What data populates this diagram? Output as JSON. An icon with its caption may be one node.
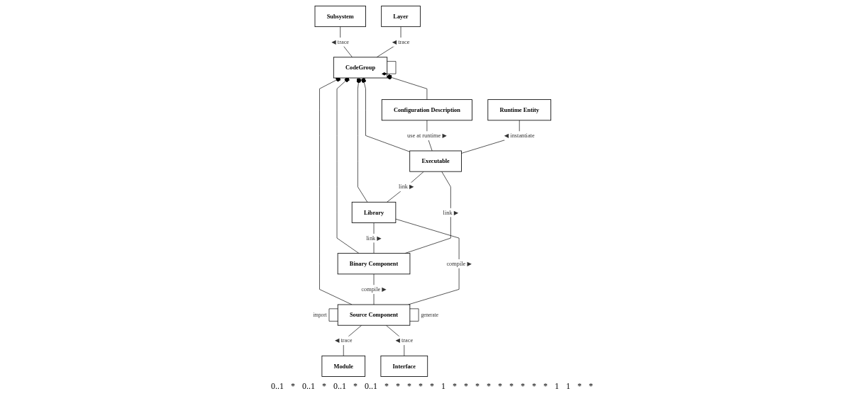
{
  "diagram": {
    "nodes": [
      {
        "text": [
          "Subsystem"
        ]
      },
      {
        "text": [
          "Layer"
        ]
      },
      {
        "text": [
          "CodeGroup"
        ]
      },
      {
        "text": [
          "Module"
        ]
      },
      {
        "text": [
          "Interface"
        ]
      },
      {
        "text": [
          "Source Component"
        ]
      },
      {
        "text": [
          "Binary Component"
        ]
      },
      {
        "text": [
          "Library"
        ]
      },
      {
        "text": [
          "Executable"
        ]
      },
      {
        "text": [
          "Configuration Description"
        ]
      },
      {
        "text": [
          "Runtime Entity"
        ]
      }
    ],
    "edges": [
      {
        "from": 2,
        "to": 0,
        "arrow": "none",
        "label": "◀ trace"
      },
      {
        "from": 2,
        "to": 1,
        "arrow": "none",
        "label": "◀ trace"
      },
      {
        "from": 5,
        "to": 2,
        "arrow": "other"
      },
      {
        "from": 6,
        "to": 2,
        "arrow": "other"
      },
      {
        "from": 7,
        "to": 2,
        "arrow": "other"
      },
      {
        "from": 8,
        "to": 2,
        "arrow": "other"
      },
      {
        "from": 9,
        "to": 2,
        "arrow": "other"
      },
      {
        "from": 2,
        "to": 2,
        "arrow": "other"
      },
      {
        "from": 3,
        "to": 5,
        "arrow": "none",
        "label": "◀ trace"
      },
      {
        "from": 4,
        "to": 5,
        "arrow": "none",
        "label": "◀ trace"
      },
      {
        "from": 5,
        "to": 5,
        "arrow": "none",
        "label": "generate"
      },
      {
        "from": 5,
        "to": 5,
        "arrow": "none",
        "label": "import"
      },
      {
        "from": 5,
        "to": 6,
        "arrow": "none",
        "label": "compile ▶"
      },
      {
        "from": 5,
        "to": 7,
        "arrow": "none",
        "label": "compile ▶"
      },
      {
        "from": 6,
        "to": 7,
        "arrow": "none",
        "label": "link ▶"
      },
      {
        "from": 7,
        "to": 8,
        "arrow": "none",
        "label": "link ▶"
      },
      {
        "from": 6,
        "to": 8,
        "arrow": "none",
        "label": "link ▶"
      },
      {
        "from": 8,
        "to": 9,
        "arrow": "none",
        "label": "use at runtime ▶"
      },
      {
        "from": 8,
        "to": 10,
        "arrow": "none",
        "label": "◀ instantiate"
      }
    ],
    "labels": [
      "0..1",
      "*",
      "0..1",
      "*",
      "0..1",
      "*",
      "0..1",
      "*",
      "*",
      "*",
      "*",
      "*",
      "1",
      "*",
      "*",
      "*",
      "*",
      "*",
      "*",
      "*",
      "*",
      "*",
      "1",
      "1",
      "*",
      "*"
    ]
  }
}
